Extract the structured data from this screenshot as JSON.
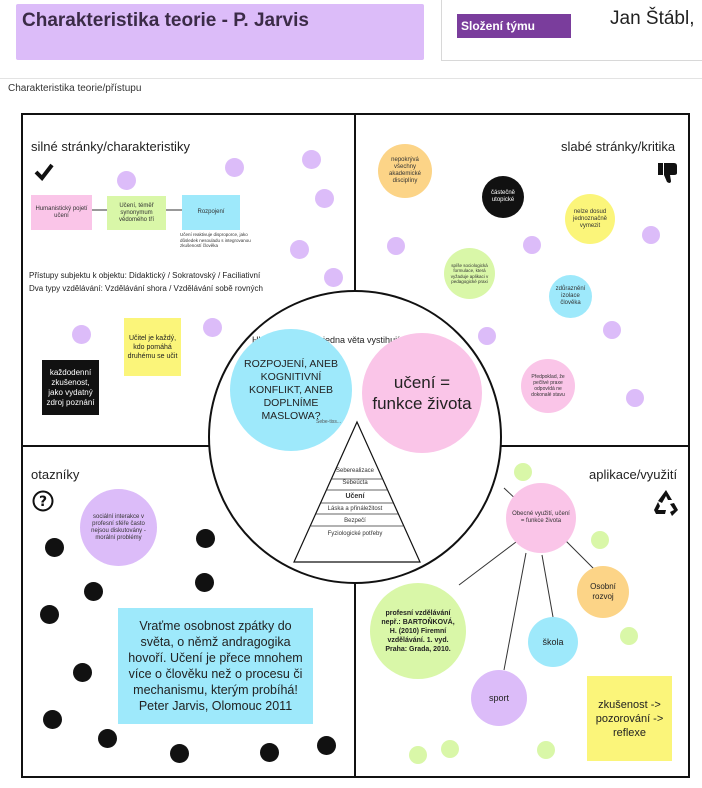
{
  "header": {
    "title": "Charakteristika teorie - P. Jarvis",
    "team_label": "Složení týmu",
    "team_name": "Jan Štábl,"
  },
  "subtitle": "Charakteristika teorie/přístupu",
  "quadrants": {
    "top_left": "silné stránky/charakteristiky",
    "top_right": "slabé stránky/kritika",
    "bottom_left": "otazníky",
    "bottom_right": "aplikace/využití"
  },
  "strengths": {
    "note_1": "Humanistický pojetí učení",
    "note_2": "Učení, téměř synonymum vědomého tří",
    "note_3": "Rozpojení",
    "note_3_caption": "Učení reaktivuje disproporce, jako důsledek nesouladu s integrovanou zkušeností člověka",
    "text_line_1": "Přístupy subjektu k objektu: Didaktický / Sokratovský / Faciliativní",
    "text_line_2": "Dva typy vzdělávání: Vzdělávání shora / Vzdělávání sobě rovných",
    "yellow_note": "Učitel je každý, kdo pomáhá druhému se učit",
    "black_note": "každodenní zkušenost, jako vydatný zdroj poznání"
  },
  "weaknesses": {
    "c1": "nepokrývá všechny akademické disciplíny",
    "c2": "částečně utopické",
    "c3": "nelze dosud jednoznačně vymezit",
    "c4": "spíše sociologická formulace, která vyžaduje aplikaci v pedagogické praxi",
    "c5": "zdůraznění izolace člověka",
    "c6": "Předpoklad, že pečlivé praxe odpovídá ne dokonalé stavu"
  },
  "center": {
    "partial_text": "Hlavní myšlenka, jedna věta vystihující teorie",
    "blue_circle": "ROZPOJENÍ, ANEB KOGNITIVNÍ KONFLIKT, ANEB DOPLNÍME MASLOWA?",
    "pink_circle": "učení = funkce života",
    "pyramid_top_caption": "Sebe-tiss...",
    "pyramid_levels": [
      "Seberealizace",
      "Sebeúcta",
      "Učení",
      "Láska a přináležitost",
      "Bezpečí",
      "Fyziologické potřeby"
    ]
  },
  "questions": {
    "purple_circle": "sociální interakce v profesní sféře často nejsou diskutovány - morální problémy",
    "quote": "Vraťme osobnost zpátky do světa, o němž andragogika hovoří. Učení je přece mnohem více o člověku než o procesu či mechanismu, kterým probíhá! Peter Jarvis, Olomouc 2011"
  },
  "applications": {
    "hub": "Obecné využití, učení = funkce života",
    "orange": "Osobní rozvoj",
    "blue": "škola",
    "purple": "sport",
    "green": "profesní vzdělávání nepř.: BARTOŇKOVÁ, H. (2010) Firemní vzdělávání. 1. vyd. Praha: Grada, 2010.",
    "yellow_note": "zkušenost -> pozorování -> reflexe"
  },
  "icons": {
    "top_left": "checkmark-icon",
    "top_right": "thumbs-down-icon",
    "center": "warning-icon",
    "bottom_left": "question-icon",
    "bottom_right": "recycle-icon"
  },
  "colors": {
    "title_bg": "#dcbcf9",
    "team_label_bg": "#7a3d9c",
    "purple": "#dcbcf9",
    "green": "#d9f7a8",
    "yellow": "#fbf57a",
    "blue": "#9ee9fb",
    "pink": "#fac5e8",
    "orange": "#fcd487"
  }
}
